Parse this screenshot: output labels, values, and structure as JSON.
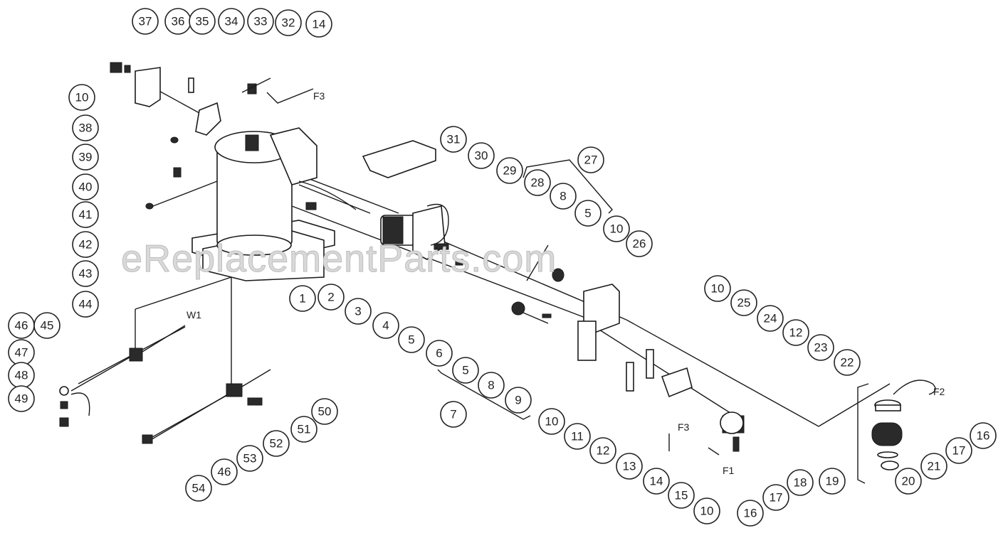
{
  "watermark": "eReplacementParts.com",
  "callouts": [
    "37",
    "36",
    "35",
    "34",
    "33",
    "32",
    "14",
    "10",
    "38",
    "39",
    "40",
    "41",
    "42",
    "43",
    "31",
    "30",
    "29",
    "28",
    "8",
    "27",
    "5",
    "10",
    "26",
    "1",
    "2",
    "3",
    "4",
    "5",
    "6",
    "44",
    "W1",
    "46",
    "45",
    "47",
    "48",
    "49",
    "10",
    "25",
    "24",
    "12",
    "23",
    "22",
    "5",
    "8",
    "9",
    "7",
    "10",
    "11",
    "12",
    "13",
    "F3",
    "F1",
    "14",
    "15",
    "10",
    "16",
    "17",
    "18",
    "19",
    "20",
    "21",
    "17",
    "16",
    "F2",
    "F3",
    "50",
    "51",
    "52",
    "53",
    "46",
    "54"
  ]
}
